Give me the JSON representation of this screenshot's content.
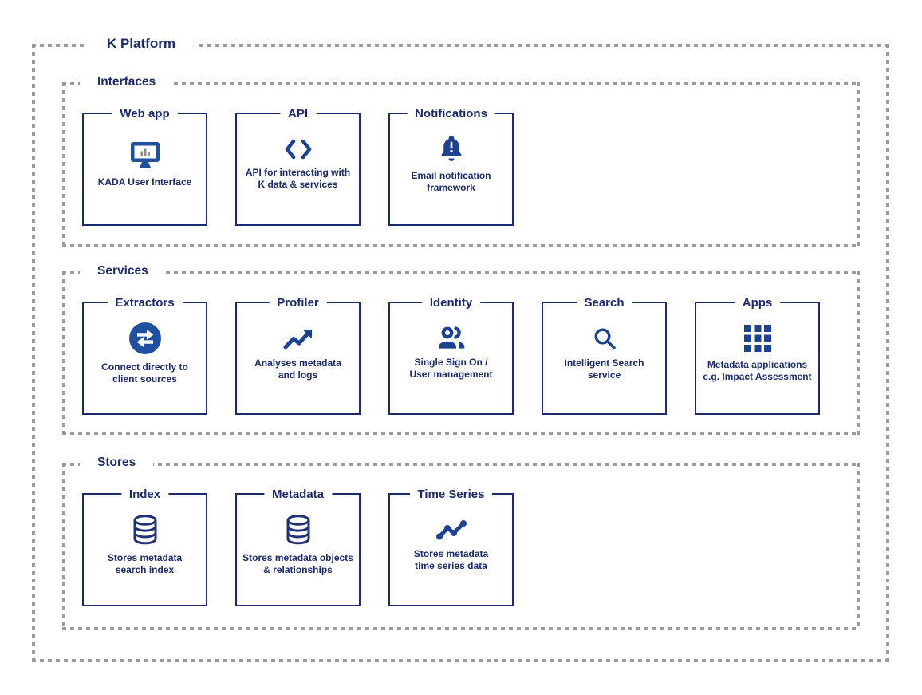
{
  "diagram": {
    "title": "K Platform",
    "colors": {
      "navy_text_border": "#1b2a6c",
      "icon_blue": "#1e4fa0",
      "dash_gray": "#9b9b9b",
      "background": "#ffffff"
    },
    "sections": [
      {
        "title": "Interfaces",
        "cards": [
          {
            "title": "Web app",
            "icon": "monitor-chart-icon",
            "description": "KADA User Interface"
          },
          {
            "title": "API",
            "icon": "code-brackets-icon",
            "description": "API for interacting with\nK data & services"
          },
          {
            "title": "Notifications",
            "icon": "bell-icon",
            "description": "Email notification\nframework"
          }
        ]
      },
      {
        "title": "Services",
        "cards": [
          {
            "title": "Extractors",
            "icon": "sync-arrows-icon",
            "description": "Connect directly to\nclient sources"
          },
          {
            "title": "Profiler",
            "icon": "trend-up-icon",
            "description": "Analyses metadata\nand logs"
          },
          {
            "title": "Identity",
            "icon": "users-icon",
            "description": "Single Sign On /\nUser management"
          },
          {
            "title": "Search",
            "icon": "magnifier-icon",
            "description": "Intelligent Search\nservice"
          },
          {
            "title": "Apps",
            "icon": "grid-icon",
            "description": "Metadata applications\ne.g. Impact Assessment"
          }
        ]
      },
      {
        "title": "Stores",
        "cards": [
          {
            "title": "Index",
            "icon": "database-icon",
            "description": "Stores metadata\nsearch index"
          },
          {
            "title": "Metadata",
            "icon": "database-icon",
            "description": "Stores metadata objects\n& relationships"
          },
          {
            "title": "Time Series",
            "icon": "timeline-icon",
            "description": "Stores metadata\ntime series data"
          }
        ]
      }
    ]
  }
}
